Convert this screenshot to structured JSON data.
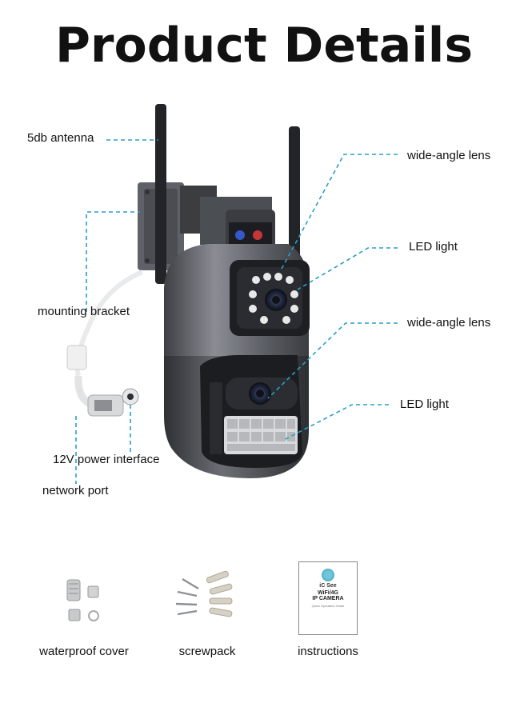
{
  "title": "Product Details",
  "labels": {
    "antenna": "5db antenna",
    "mounting_bracket": "mounting bracket",
    "power_interface": "12V power interface",
    "network_port": "network port",
    "wide_angle_lens_top": "wide-angle lens",
    "led_light_top": "LED light",
    "wide_angle_lens_bottom": "wide-angle lens",
    "led_light_bottom": "LED light"
  },
  "accessories": [
    {
      "caption": "waterproof cover",
      "icon": "waterproof-cover-icon"
    },
    {
      "caption": "screwpack",
      "icon": "screwpack-icon"
    },
    {
      "caption": "instructions",
      "icon": "instructions-booklet-icon"
    }
  ],
  "booklet": {
    "brand": "iC See",
    "line1": "WiFi/4G",
    "line2": "IP CAMERA",
    "line3": "Quick Operation Guide"
  },
  "colors": {
    "leader_line": "#2a9fc9",
    "camera_body": "#5a5d63",
    "camera_dark": "#2b2d31"
  }
}
